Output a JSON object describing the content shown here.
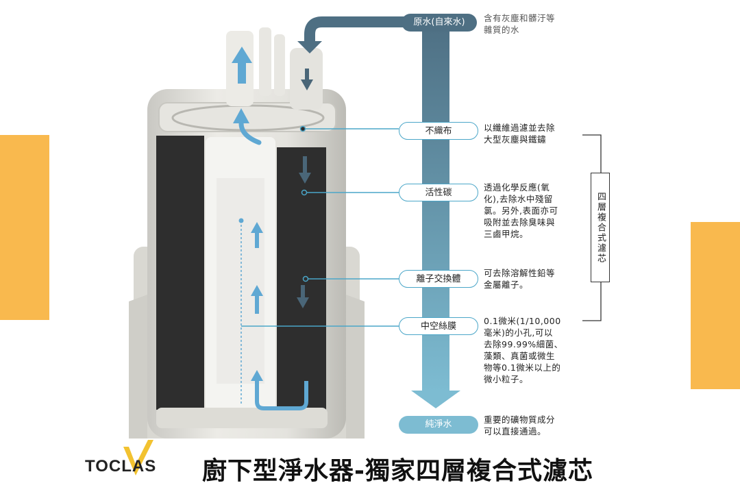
{
  "callouts": [
    {
      "label": "原水(自來水)",
      "desc": "含有灰塵和髒汙等\n雜質的水"
    },
    {
      "label": "不織布",
      "desc": "以纖維過濾並去除\n大型灰塵與鐵鏽"
    },
    {
      "label": "活性碳",
      "desc": "透過化學反應(氧\n化),去除水中殘留\n氯。另外,表面亦可\n吸附並去除臭味與\n三鹵甲烷。"
    },
    {
      "label": "離子交換體",
      "desc": "可去除溶解性鉛等\n金屬離子。"
    },
    {
      "label": "中空絲膜",
      "desc": "0.1微米(1/10,000\n毫米)的小孔,可以\n去除99.99%細菌、\n藻類、真菌或微生\n物等0.1微米以上的\n微小粒子。"
    },
    {
      "label": "純淨水",
      "desc": "重要的礦物質成分\n可以直接通過。"
    }
  ],
  "bracket_label": "四層複合式濾芯",
  "footer": {
    "brand": "TOCLAS",
    "title": "廚下型淨水器-獨家四層複合式濾芯"
  },
  "colors": {
    "accent_orange": "#f9b94e",
    "flow_dark": "#4e6f83",
    "flow_light": "#7dbcd2",
    "arrow_blue": "#5fa8d3",
    "logo_yellow": "#f2c230"
  }
}
